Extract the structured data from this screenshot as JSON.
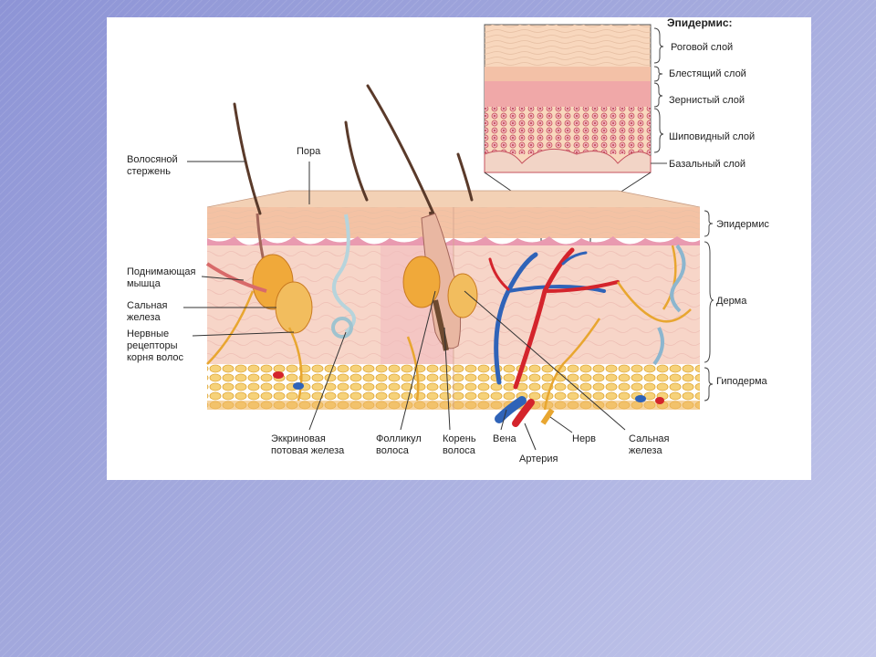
{
  "diagram": {
    "inset_title": "Эпидермис:",
    "inset_layers": [
      "Роговой слой",
      "Блестящий слой",
      "Зернистый слой",
      "Шиповидный слой",
      "Базальный слой"
    ],
    "right_labels": [
      "Эпидермис",
      "Дерма",
      "Гиподерма"
    ],
    "left_labels": {
      "hair_shaft": [
        "Волосяной",
        "стержень"
      ],
      "pore": "Пора",
      "arrector_muscle": [
        "Поднимающая",
        "мышца"
      ],
      "sebaceous_gland": [
        "Сальная",
        "железа"
      ],
      "nerve_receptors": [
        "Нервные",
        "рецепторы",
        "корня волос"
      ]
    },
    "bottom_labels": {
      "sweat_gland": [
        "Эккриновая",
        "потовая железа"
      ],
      "hair_follicle": [
        "Фолликул",
        "волоса"
      ],
      "hair_root": [
        "Корень",
        "волоса"
      ],
      "vein": "Вена",
      "artery": "Артерия",
      "nerve": "Нерв",
      "sebaceous_gland_2": [
        "Сальная",
        "железа"
      ]
    },
    "colors": {
      "epidermis": "#f4c2a4",
      "dermis": "#f7d5c8",
      "hypodermis": "#f2c66a",
      "vein": "#2f63b8",
      "artery": "#d4242c",
      "nerve": "#e8a630",
      "gland": "#f0a93a"
    }
  }
}
